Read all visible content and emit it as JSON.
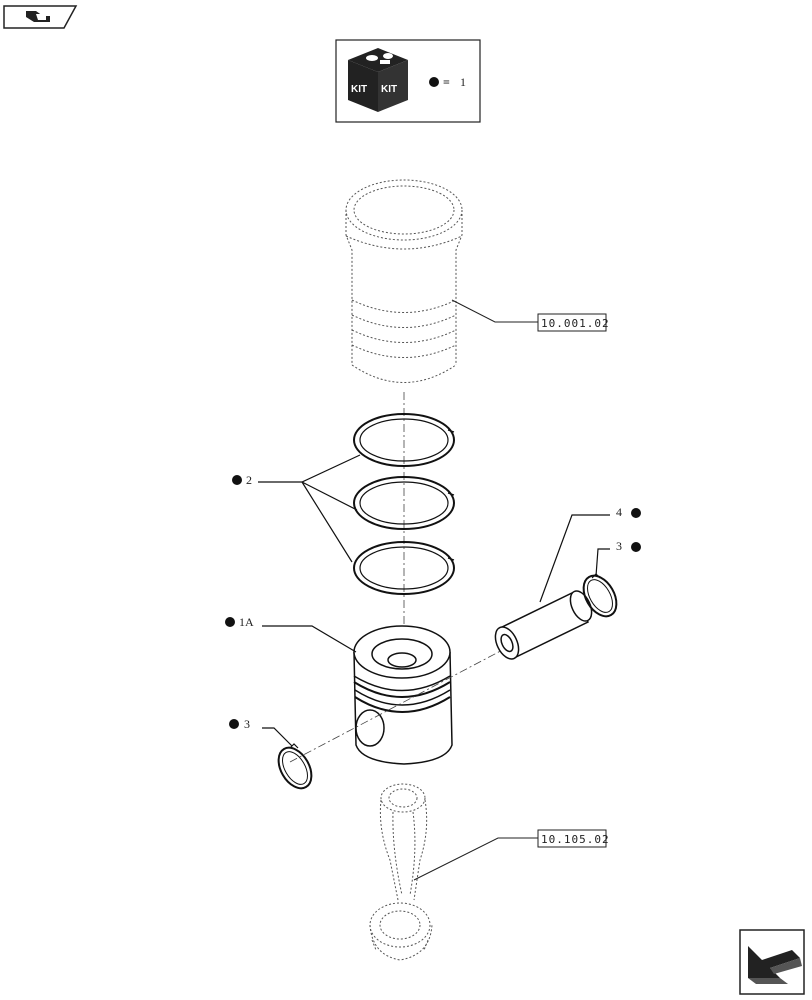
{
  "nav": {
    "prev_icon": "back-arrow-icon",
    "next_icon": "next-arrow-icon"
  },
  "kit_legend": {
    "kit_text": [
      "KIT",
      "KIT"
    ],
    "equals": "=",
    "value": "1"
  },
  "refs": {
    "cylinder_liner": "10.001.02",
    "connecting_rod": "10.105.02"
  },
  "callouts": {
    "rings": "2",
    "piston": "1A",
    "pin": "4",
    "clip_right": "3",
    "clip_left": "3"
  }
}
